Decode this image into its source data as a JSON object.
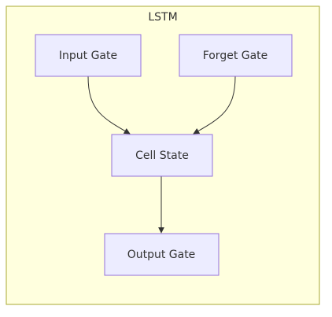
{
  "diagram": {
    "cluster": {
      "label": "LSTM"
    },
    "nodes": {
      "input_gate": "Input Gate",
      "forget_gate": "Forget Gate",
      "cell_state": "Cell State",
      "output_gate": "Output Gate"
    },
    "edges": [
      {
        "from": "Input Gate",
        "to": "Cell State"
      },
      {
        "from": "Forget Gate",
        "to": "Cell State"
      },
      {
        "from": "Cell State",
        "to": "Output Gate"
      }
    ]
  }
}
